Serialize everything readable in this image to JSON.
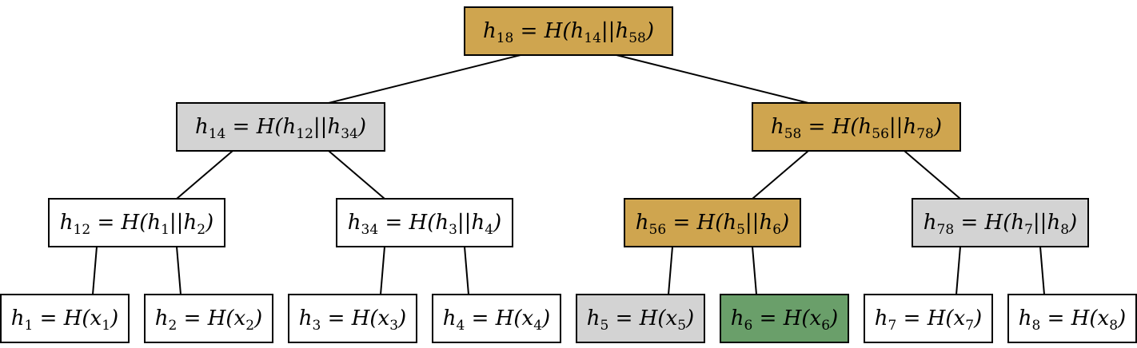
{
  "colors": {
    "path": "#cfa54f",
    "sibling": "#d3d3d3",
    "leaf_target": "#6a9f6a",
    "plain": "#ffffff",
    "stroke": "#000000"
  },
  "nodes": [
    {
      "id": "h18",
      "var": "h",
      "sub": "18",
      "fn": "H",
      "args": [
        {
          "v": "h",
          "s": "14"
        },
        {
          "v": "h",
          "s": "58"
        }
      ],
      "role": "path"
    },
    {
      "id": "h14",
      "var": "h",
      "sub": "14",
      "fn": "H",
      "args": [
        {
          "v": "h",
          "s": "12"
        },
        {
          "v": "h",
          "s": "34"
        }
      ],
      "role": "sibling"
    },
    {
      "id": "h58",
      "var": "h",
      "sub": "58",
      "fn": "H",
      "args": [
        {
          "v": "h",
          "s": "56"
        },
        {
          "v": "h",
          "s": "78"
        }
      ],
      "role": "path"
    },
    {
      "id": "h12",
      "var": "h",
      "sub": "12",
      "fn": "H",
      "args": [
        {
          "v": "h",
          "s": "1"
        },
        {
          "v": "h",
          "s": "2"
        }
      ],
      "role": "plain"
    },
    {
      "id": "h34",
      "var": "h",
      "sub": "34",
      "fn": "H",
      "args": [
        {
          "v": "h",
          "s": "3"
        },
        {
          "v": "h",
          "s": "4"
        }
      ],
      "role": "plain"
    },
    {
      "id": "h56",
      "var": "h",
      "sub": "56",
      "fn": "H",
      "args": [
        {
          "v": "h",
          "s": "5"
        },
        {
          "v": "h",
          "s": "6"
        }
      ],
      "role": "path"
    },
    {
      "id": "h78",
      "var": "h",
      "sub": "78",
      "fn": "H",
      "args": [
        {
          "v": "h",
          "s": "7"
        },
        {
          "v": "h",
          "s": "8"
        }
      ],
      "role": "sibling"
    },
    {
      "id": "h1",
      "var": "h",
      "sub": "1",
      "fn": "H",
      "args": [
        {
          "v": "x",
          "s": "1"
        }
      ],
      "role": "plain"
    },
    {
      "id": "h2",
      "var": "h",
      "sub": "2",
      "fn": "H",
      "args": [
        {
          "v": "x",
          "s": "2"
        }
      ],
      "role": "plain"
    },
    {
      "id": "h3",
      "var": "h",
      "sub": "3",
      "fn": "H",
      "args": [
        {
          "v": "x",
          "s": "3"
        }
      ],
      "role": "plain"
    },
    {
      "id": "h4",
      "var": "h",
      "sub": "4",
      "fn": "H",
      "args": [
        {
          "v": "x",
          "s": "4"
        }
      ],
      "role": "plain"
    },
    {
      "id": "h5",
      "var": "h",
      "sub": "5",
      "fn": "H",
      "args": [
        {
          "v": "x",
          "s": "5"
        }
      ],
      "role": "sibling"
    },
    {
      "id": "h6",
      "var": "h",
      "sub": "6",
      "fn": "H",
      "args": [
        {
          "v": "x",
          "s": "6"
        }
      ],
      "role": "leaf_target"
    },
    {
      "id": "h7",
      "var": "h",
      "sub": "7",
      "fn": "H",
      "args": [
        {
          "v": "x",
          "s": "7"
        }
      ],
      "role": "plain"
    },
    {
      "id": "h8",
      "var": "h",
      "sub": "8",
      "fn": "H",
      "args": [
        {
          "v": "x",
          "s": "8"
        }
      ],
      "role": "plain"
    }
  ],
  "edges": [
    [
      "h18",
      "h14"
    ],
    [
      "h18",
      "h58"
    ],
    [
      "h14",
      "h12"
    ],
    [
      "h14",
      "h34"
    ],
    [
      "h58",
      "h56"
    ],
    [
      "h58",
      "h78"
    ],
    [
      "h12",
      "h1"
    ],
    [
      "h12",
      "h2"
    ],
    [
      "h34",
      "h3"
    ],
    [
      "h34",
      "h4"
    ],
    [
      "h56",
      "h5"
    ],
    [
      "h56",
      "h6"
    ],
    [
      "h78",
      "h7"
    ],
    [
      "h78",
      "h8"
    ]
  ]
}
